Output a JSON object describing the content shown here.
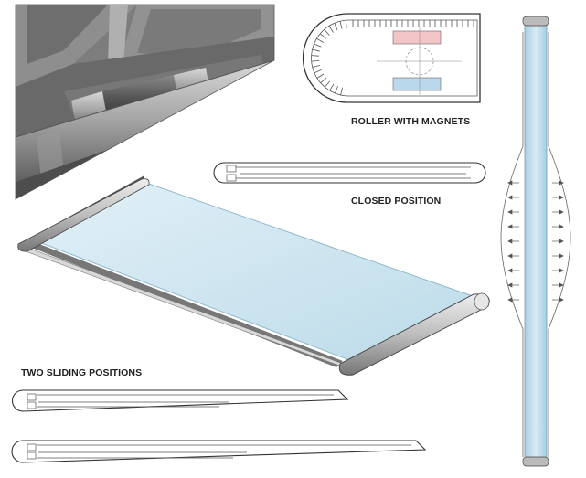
{
  "labels": {
    "roller": "ROLLER WITH MAGNETS",
    "closed": "CLOSED POSITION",
    "sliding": "TWO SLIDING POSITIONS"
  },
  "colors": {
    "screen": "#cfe6f1",
    "screen_edge": "#9fc7da",
    "body_outline": "#444444",
    "magnet_red": "#f2c4c8",
    "magnet_blue": "#b9d8ec",
    "render_dark": "#5a5a5a",
    "render_mid": "#8a8a8a",
    "render_light": "#c9c9c9"
  }
}
